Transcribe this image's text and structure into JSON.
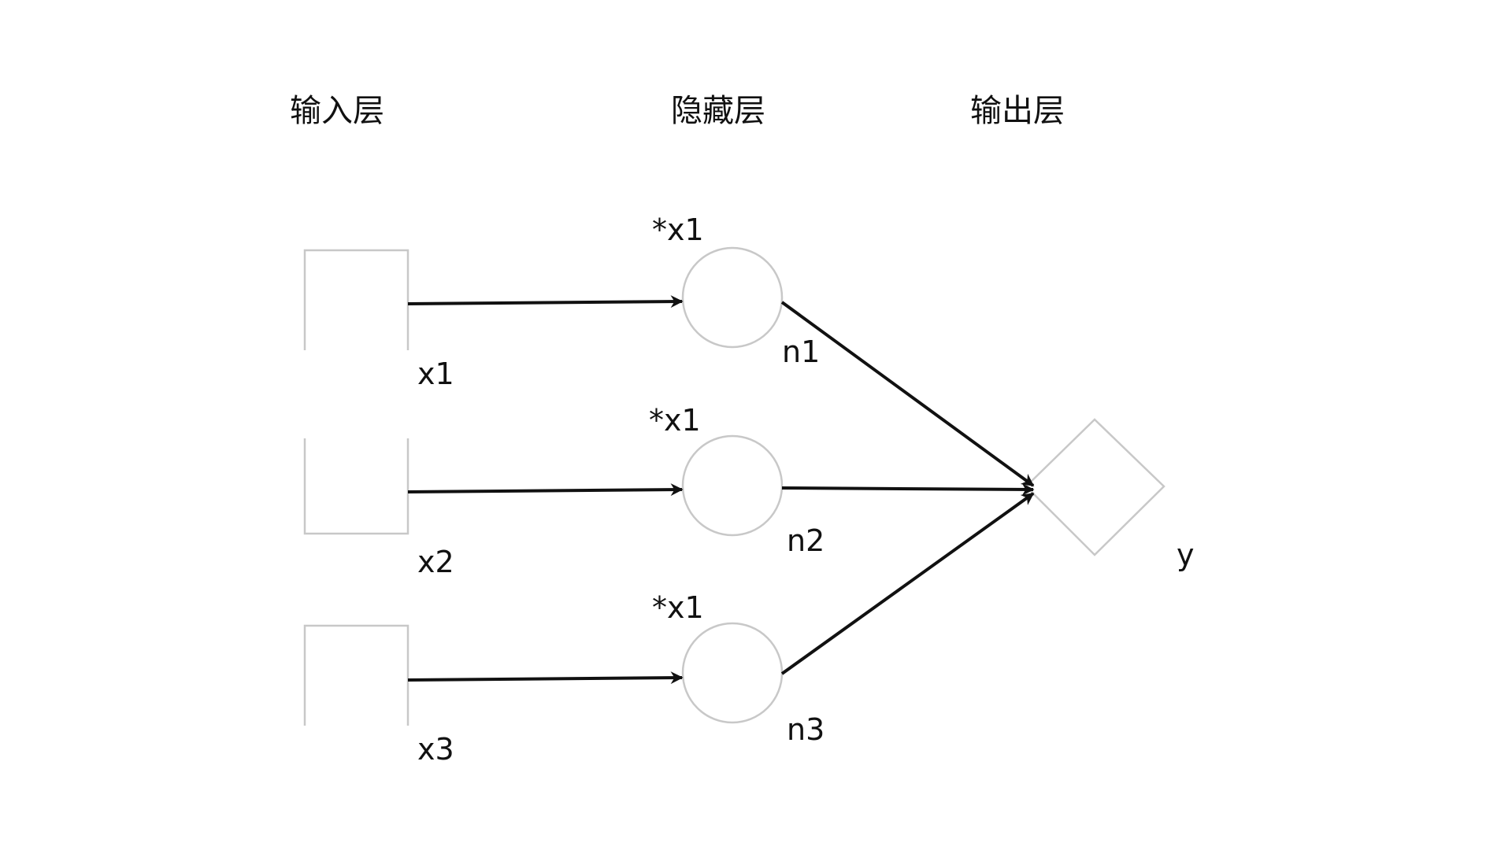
{
  "diagram": {
    "layers": [
      {
        "id": "input",
        "title": "输入层"
      },
      {
        "id": "hidden",
        "title": "隐藏层"
      },
      {
        "id": "output",
        "title": "输出层"
      }
    ],
    "input_nodes": [
      {
        "id": "x1",
        "label": "x1",
        "shape": "open-rect-bottom"
      },
      {
        "id": "x2",
        "label": "x2",
        "shape": "open-rect-top"
      },
      {
        "id": "x3",
        "label": "x3",
        "shape": "open-rect-bottom"
      }
    ],
    "hidden_nodes": [
      {
        "id": "n1",
        "label": "n1",
        "weight_label": "*x1"
      },
      {
        "id": "n2",
        "label": "n2",
        "weight_label": "*x1"
      },
      {
        "id": "n3",
        "label": "n3",
        "weight_label": "*x1"
      }
    ],
    "output_node": {
      "id": "y",
      "label": "y",
      "shape": "diamond"
    },
    "edges": [
      {
        "from": "x1",
        "to": "n1"
      },
      {
        "from": "x2",
        "to": "n2"
      },
      {
        "from": "x3",
        "to": "n3"
      },
      {
        "from": "n1",
        "to": "y"
      },
      {
        "from": "n2",
        "to": "y"
      },
      {
        "from": "n3",
        "to": "y"
      }
    ],
    "colors": {
      "edge": "#111111",
      "node_outline": "#c8c8c8",
      "background": "#ffffff"
    }
  }
}
